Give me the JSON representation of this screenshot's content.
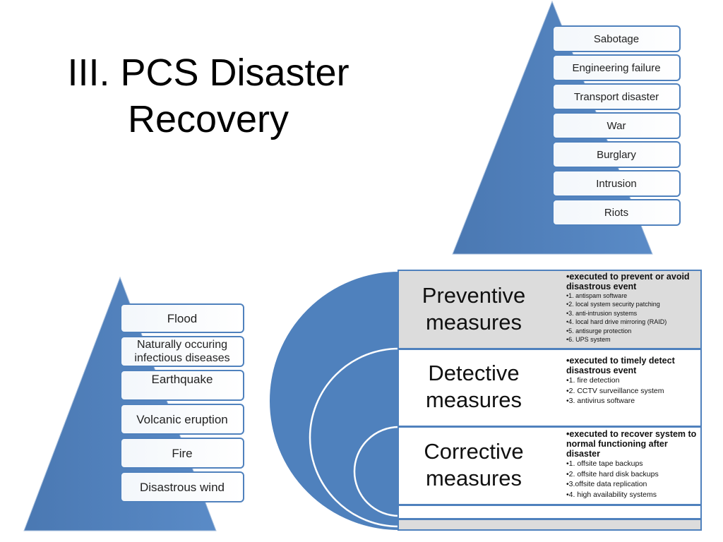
{
  "title": {
    "line1": "III. PCS Disaster",
    "line2": "Recovery"
  },
  "colors": {
    "accent": "#4f81bd",
    "dark_border": "#2f5597",
    "row_fill": "#dcdcdc"
  },
  "top_pyramid": {
    "items": [
      "Sabotage",
      "Engineering failure",
      "Transport disaster",
      "War",
      "Burglary",
      "Intrusion",
      "Riots"
    ]
  },
  "left_pyramid": {
    "items": [
      "Flood",
      "Naturally occuring infectious diseases",
      "Earthquake",
      "Volcanic eruption",
      "Fire",
      "Disastrous wind"
    ]
  },
  "measures": [
    {
      "title_line1": "Preventive",
      "title_line2": "measures",
      "heading": "•executed to prevent or avoid disastrous event",
      "items": [
        "•1. antispam software",
        "•2. local system security patching",
        "•3. anti-intrusion systems",
        "•4. local hard drive mirroring (RAID)",
        "•5. antisurge protection",
        "•6. UPS system"
      ]
    },
    {
      "title_line1": "Detective",
      "title_line2": "measures",
      "heading": "•executed to timely detect disastrous event",
      "items": [
        "•1. fire detection",
        "•2. CCTV surveillance system",
        "•3. antivirus software"
      ]
    },
    {
      "title_line1": "Corrective",
      "title_line2": "measures",
      "heading": "•executed to recover system to normal functioning after disaster",
      "items": [
        "•1. offsite tape backups",
        "•2. offsite hard disk backups",
        "•3.offsite data replication",
        "•4. high availability systems"
      ]
    }
  ]
}
